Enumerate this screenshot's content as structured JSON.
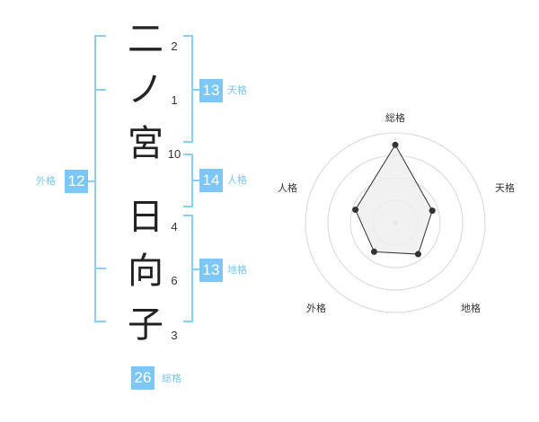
{
  "name_chars": [
    {
      "char": "二",
      "strokes": "2"
    },
    {
      "char": "ノ",
      "strokes": "1"
    },
    {
      "char": "宮",
      "strokes": "10"
    },
    {
      "char": "日",
      "strokes": "4"
    },
    {
      "char": "向",
      "strokes": "6"
    },
    {
      "char": "子",
      "strokes": "3"
    }
  ],
  "kaku": {
    "ten": {
      "label": "天格",
      "value": "13"
    },
    "jin": {
      "label": "人格",
      "value": "14"
    },
    "chi": {
      "label": "地格",
      "value": "13"
    },
    "gai": {
      "label": "外格",
      "value": "12"
    },
    "sou": {
      "label": "総格",
      "value": "26"
    }
  },
  "colors": {
    "accent": "#7cc7f5",
    "bracket": "#8ccff5",
    "radar_fill": "#eeeeee",
    "radar_line": "#333333"
  },
  "chart_data": {
    "type": "radar",
    "axes": [
      "総格",
      "天格",
      "地格",
      "外格",
      "人格"
    ],
    "values": [
      26,
      13,
      13,
      12,
      14
    ],
    "max": 30,
    "rings": 4
  }
}
